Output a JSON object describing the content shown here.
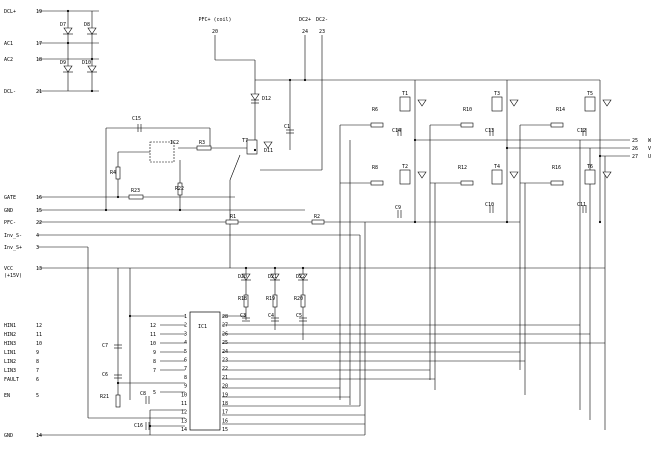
{
  "pins": [
    {
      "label": "DCL+",
      "num": "19"
    },
    {
      "label": "AC1",
      "num": "17"
    },
    {
      "label": "AC2",
      "num": "18"
    },
    {
      "label": "DCL-",
      "num": "21"
    },
    {
      "label": "GATE",
      "num": "16"
    },
    {
      "label": "GND",
      "num": "15"
    },
    {
      "label": "PFC-",
      "num": "22"
    },
    {
      "label": "Inv_S-",
      "num": "4"
    },
    {
      "label": "Inv_S+",
      "num": "3"
    },
    {
      "label": "VCC",
      "num": "13"
    },
    {
      "label": "(+15V)",
      "num": ""
    },
    {
      "label": "HIN1",
      "num": "12"
    },
    {
      "label": "HIN2",
      "num": "11"
    },
    {
      "label": "HIN3",
      "num": "10"
    },
    {
      "label": "LIN1",
      "num": "9"
    },
    {
      "label": "LIN2",
      "num": "8"
    },
    {
      "label": "LIN3",
      "num": "7"
    },
    {
      "label": "FAULT",
      "num": "6"
    },
    {
      "label": "EN",
      "num": "5"
    },
    {
      "label": "GND",
      "num": "14"
    }
  ],
  "top_pins": [
    {
      "label": "PFC+ (coil)",
      "num": "20"
    },
    {
      "label": "DC2+",
      "num": "24"
    },
    {
      "label": "DC2-",
      "num": "23"
    }
  ],
  "out_pins": [
    {
      "num": "25",
      "label": "W"
    },
    {
      "num": "26",
      "label": "V"
    },
    {
      "num": "27",
      "label": "U"
    }
  ],
  "parts": {
    "D7": "D7",
    "D8": "D8",
    "D9": "D9",
    "D10": "D10",
    "D12": "D12",
    "C1": "C1",
    "C15": "C15",
    "IC2": "IC2",
    "R3": "R3",
    "T7": "T7",
    "D11": "D11",
    "R4": "R4",
    "R23": "R23",
    "R22": "R22",
    "R1": "R1",
    "R2": "R2",
    "R6": "R6",
    "R8": "R8",
    "R10": "R10",
    "R12": "R12",
    "R14": "R14",
    "R16": "R16",
    "T1": "T1",
    "T2": "T2",
    "T3": "T3",
    "T4": "T4",
    "T5": "T5",
    "T6": "T6",
    "C14": "C14",
    "C9": "C9",
    "C13": "C13",
    "C10": "C10",
    "C12": "C12",
    "C11": "C11",
    "D20": "D20",
    "D21": "D21",
    "D22": "D22",
    "R18": "R18",
    "R19": "R19",
    "R20": "R20",
    "C3": "C3",
    "C4": "C4",
    "C5": "C5",
    "C7": "C7",
    "C6": "C6",
    "R21": "R21",
    "C8": "C8",
    "C16": "C16",
    "IC1": "IC1"
  },
  "ic1": {
    "left_inner": [
      "1",
      "2",
      "3",
      "4",
      "5",
      "6",
      "7",
      "8",
      "9",
      "10",
      "11",
      "12",
      "13",
      "14"
    ],
    "right_inner": [
      "28",
      "27",
      "26",
      "25",
      "24",
      "23",
      "22",
      "21",
      "20",
      "19",
      "18",
      "17",
      "16",
      "15"
    ],
    "left_outer": [
      "12",
      "11",
      "10",
      "9",
      "8",
      "7",
      "5"
    ]
  }
}
